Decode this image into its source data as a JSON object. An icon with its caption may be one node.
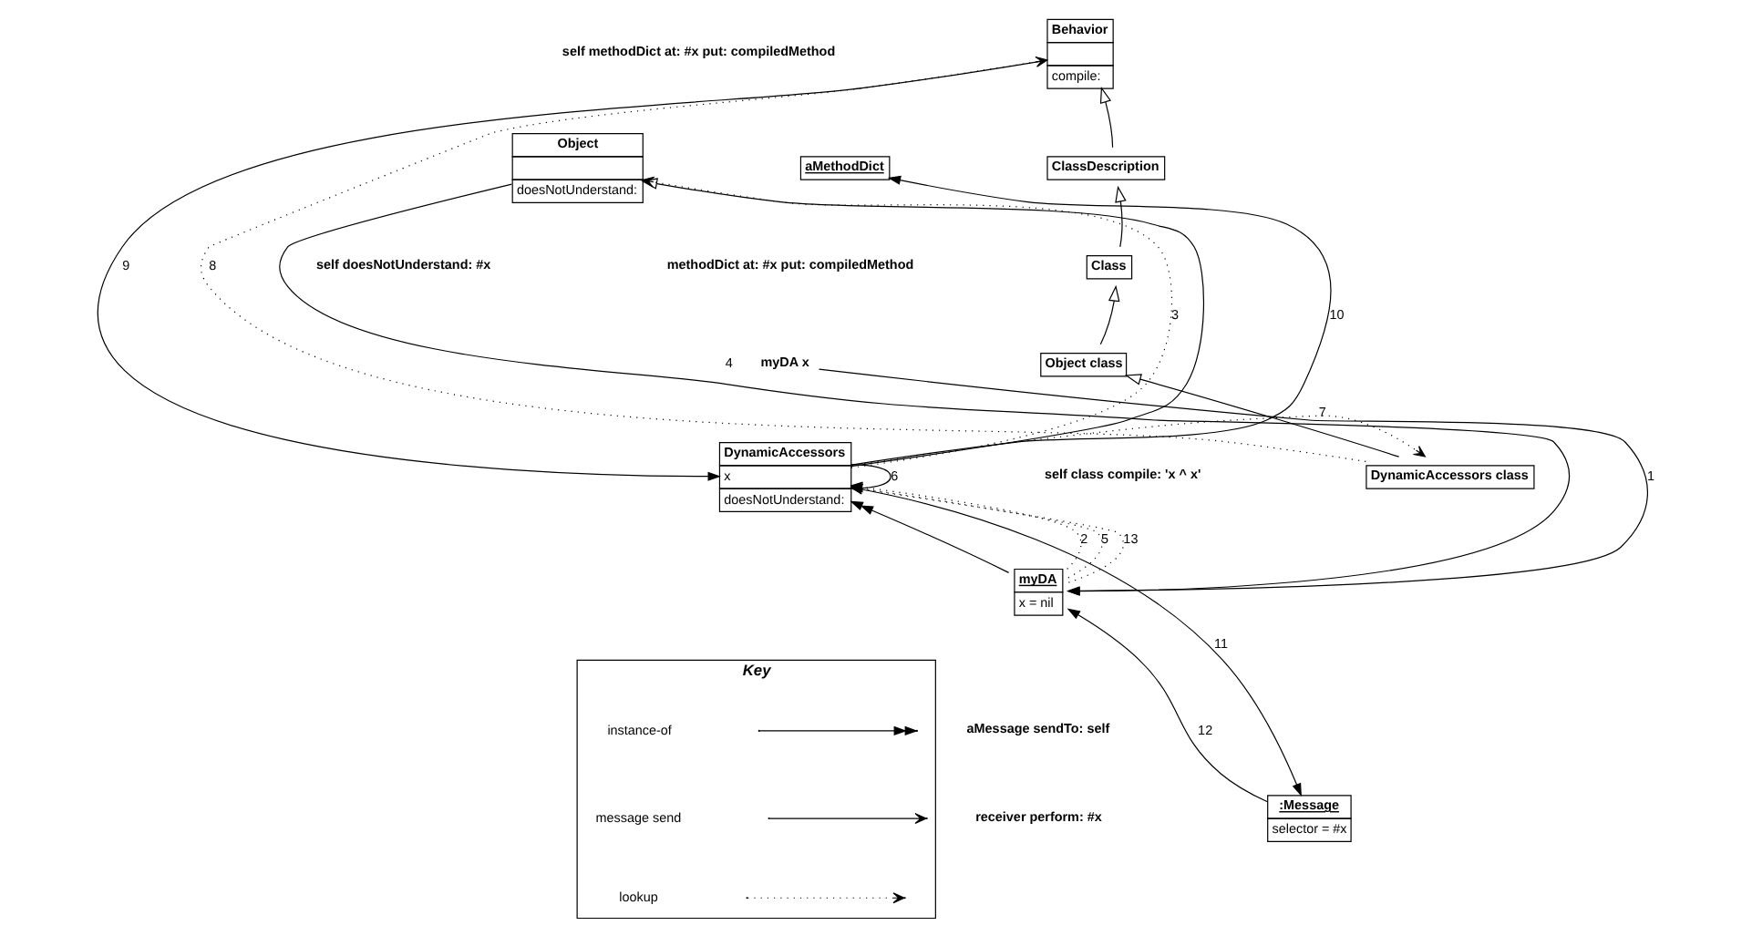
{
  "diagram": {
    "nodes": [
      {
        "text": [
          "Behavior",
          "compile:"
        ]
      },
      {
        "text": [
          "Object",
          "doesNotUnderstand:"
        ]
      },
      {
        "text": [
          "aMethodDict"
        ]
      },
      {
        "text": [
          "ClassDescription"
        ]
      },
      {
        "text": [
          "Class"
        ]
      },
      {
        "text": [
          "myDA x"
        ]
      },
      {
        "text": [
          "DynamicAccessors",
          "x",
          "doesNotUnderstand:"
        ]
      },
      {
        "text": [
          "Object class"
        ]
      },
      {
        "text": [
          "DynamicAccessors class"
        ]
      },
      {
        "text": [
          "myDA",
          "x = nil"
        ]
      },
      {
        "text": [
          ":Message",
          "selector = #x"
        ]
      },
      {
        "text": [
          "Key"
        ]
      }
    ],
    "edges": [
      {
        "from": 5,
        "to": 9,
        "arrow": "to",
        "label": "1"
      },
      {
        "from": 9,
        "to": 6,
        "arrow": "to",
        "label": "2",
        "style": "dashed"
      },
      {
        "from": 6,
        "to": 1,
        "arrow": "to",
        "label": "3",
        "style": "dashed"
      },
      {
        "from": 1,
        "to": 9,
        "arrow": "to",
        "label": "4"
      },
      {
        "from": 9,
        "to": 6,
        "arrow": "to",
        "label": "5",
        "style": "dashed"
      },
      {
        "from": 6,
        "to": 6,
        "arrow": "to",
        "label": "6"
      },
      {
        "from": 6,
        "to": 8,
        "arrow": "to",
        "label": "7",
        "style": "dashed"
      },
      {
        "from": 8,
        "to": 0,
        "arrow": "to",
        "label": "8",
        "style": "dashed"
      },
      {
        "from": 0,
        "to": 6,
        "arrow": "to",
        "label": "9"
      },
      {
        "from": 6,
        "to": 2,
        "arrow": "to",
        "label": "10"
      },
      {
        "from": 6,
        "to": 10,
        "arrow": "to",
        "label": "11"
      },
      {
        "from": 10,
        "to": 9,
        "arrow": "to",
        "label": "12"
      },
      {
        "from": 9,
        "to": 6,
        "arrow": "to",
        "label": "13",
        "style": "dashed"
      },
      {
        "from": 9,
        "to": 6,
        "arrow": "to"
      },
      {
        "from": 6,
        "to": 1,
        "arrow": "to"
      },
      {
        "from": 3,
        "to": 0,
        "arrow": "to"
      },
      {
        "from": 4,
        "to": 3,
        "arrow": "to"
      },
      {
        "from": 7,
        "to": 4,
        "arrow": "to"
      },
      {
        "from": 8,
        "to": 7,
        "arrow": "to"
      }
    ],
    "labels": [
      "self methodDict at: #x put: compiledMethod",
      "self doesNotUnderstand: #x",
      "methodDict at: #x put: compiledMethod",
      "self class compile: 'x ^ x'",
      "aMessage sendTo: self",
      "receiver perform: #x"
    ],
    "legend": [
      {
        "text": "instance-of"
      },
      {
        "text": "message send"
      },
      {
        "text": "lookup"
      }
    ]
  }
}
